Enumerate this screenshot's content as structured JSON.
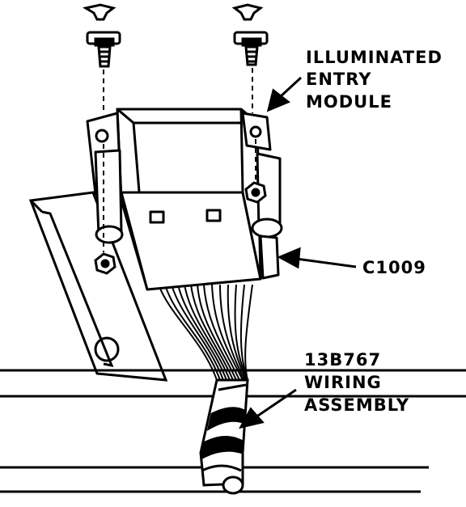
{
  "labels": {
    "module_line1": "ILLUMINATED",
    "module_line2": "ENTRY",
    "module_line3": "MODULE",
    "connector": "C1009",
    "wiring_line1": "13B767",
    "wiring_line2": "WIRING",
    "wiring_line3": "ASSEMBLY"
  }
}
